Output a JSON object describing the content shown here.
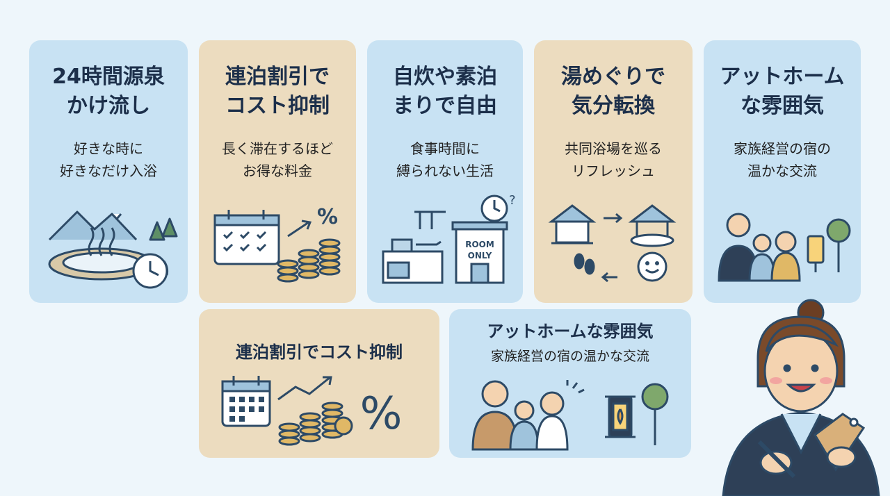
{
  "cards": [
    {
      "title1": "24時間源泉",
      "title2": "かけ流し",
      "sub1": "好きな時に",
      "sub2": "好きなだけ入浴"
    },
    {
      "title1": "連泊割引で",
      "title2": "コスト抑制",
      "sub1": "長く滞在するほど",
      "sub2": "お得な料金"
    },
    {
      "title1": "自炊や素泊",
      "title2": "まりで自由",
      "sub1": "食事時間に",
      "sub2": "縛られない生活"
    },
    {
      "title1": "湯めぐりで",
      "title2": "気分転換",
      "sub1": "共同浴場を巡る",
      "sub2": "リフレッシュ"
    },
    {
      "title1": "アットホーム",
      "title2": "な雰囲気",
      "sub1": "家族経営の宿の",
      "sub2": "温かな交流"
    }
  ],
  "bottom_cards": [
    {
      "title": "連泊割引でコスト抑制"
    },
    {
      "title": "アットホームな雰囲気",
      "sub": "家族経営の宿の温かな交流"
    }
  ],
  "icon_labels": {
    "room_only_1": "ROOM",
    "room_only_2": "ONLY",
    "percent": "%",
    "question": "?"
  },
  "colors": {
    "blue_card": "#c8e2f3",
    "tan_card": "#ecdcbf",
    "text": "#1c2f4a",
    "line": "#2d4a66",
    "accent": "#f2a541"
  }
}
